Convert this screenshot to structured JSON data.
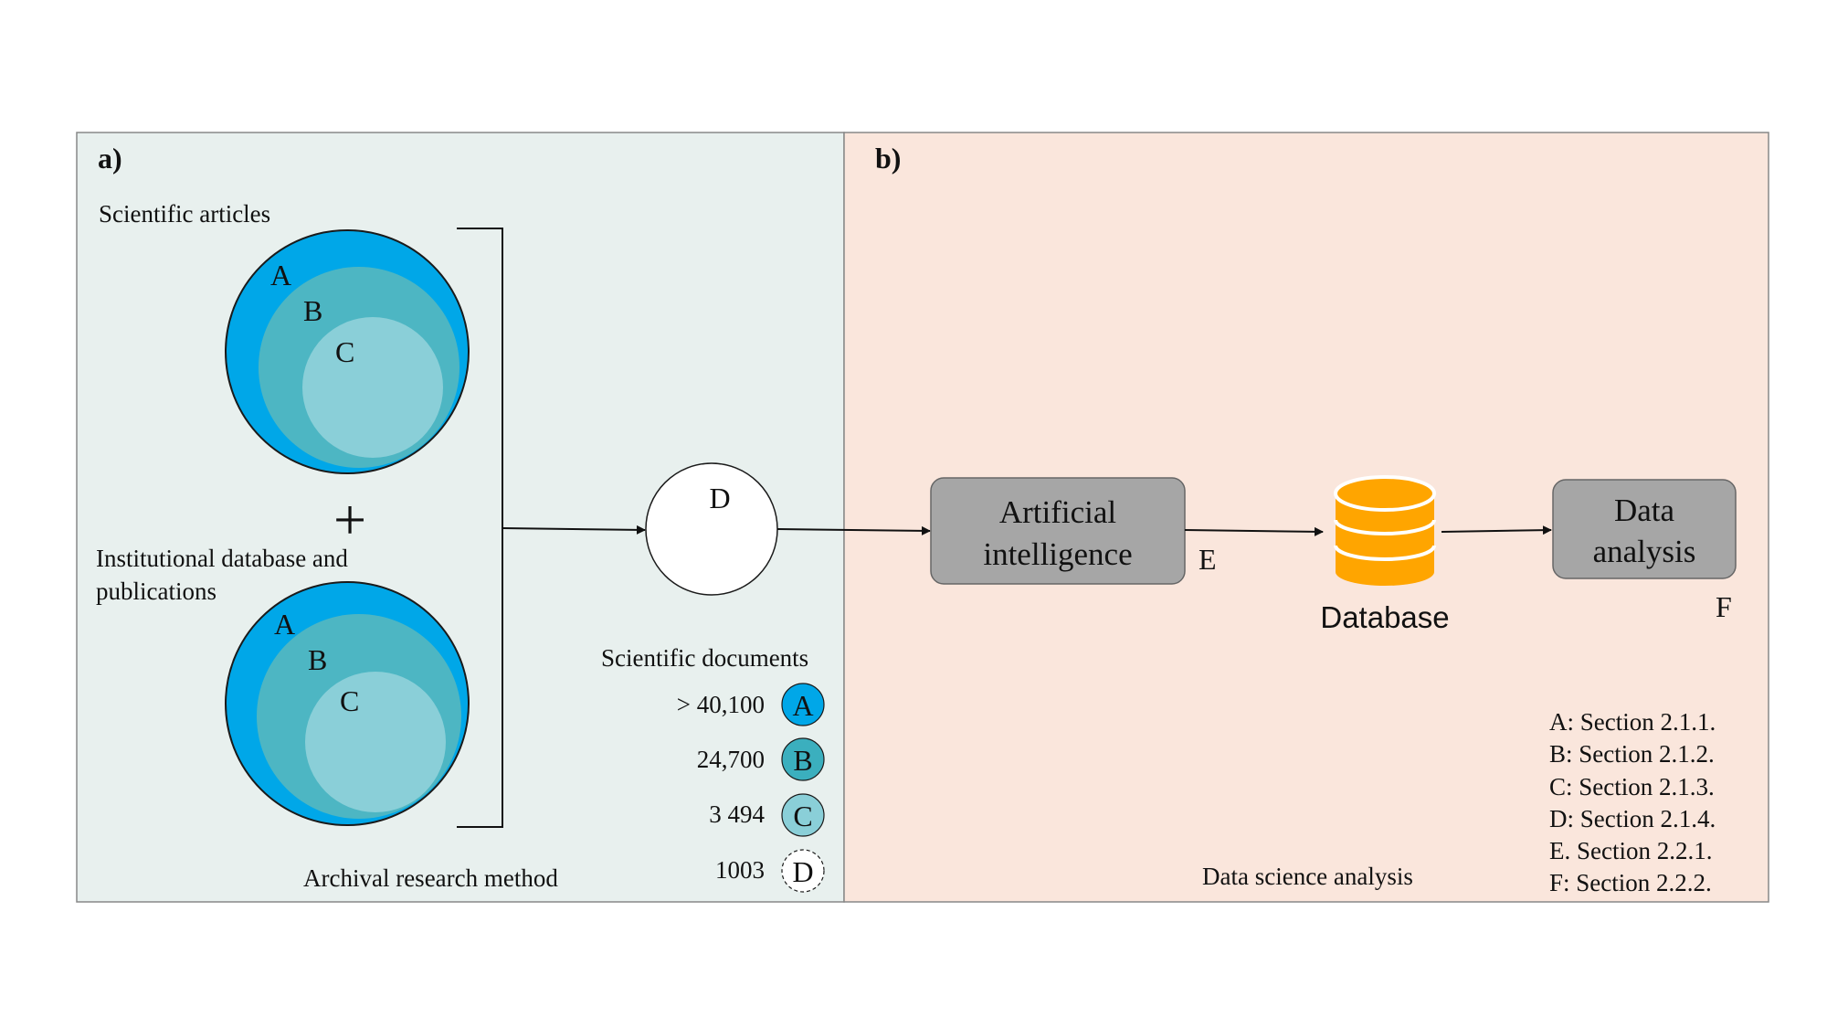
{
  "panel_a": {
    "label": "a)",
    "caption": "Archival research method",
    "group1_title": "Scientific articles",
    "group2_title_line1": "Institutional database and",
    "group2_title_line2": "publications",
    "plus_sign": "+",
    "circle_labels": [
      "A",
      "B",
      "C"
    ],
    "result_label": "D",
    "legend_title": "Scientific documents",
    "legend": [
      {
        "value": "> 40,100",
        "letter": "A",
        "color": "#00A7E8"
      },
      {
        "value": "24,700",
        "letter": "B",
        "color": "#3BAFBE"
      },
      {
        "value": "3 494",
        "letter": "C",
        "color": "#8ACFD8"
      },
      {
        "value": "1003",
        "letter": "D",
        "color": "#FFFFFF"
      }
    ]
  },
  "panel_b": {
    "label": "b)",
    "caption": "Data science analysis",
    "ai_line1": "Artificial",
    "ai_line2": "intelligence",
    "ai_tag": "E",
    "database_label": "Database",
    "analysis_line1": "Data",
    "analysis_line2": "analysis",
    "analysis_tag": "F",
    "sections": [
      "A: Section 2.1.1.",
      "B: Section 2.1.2.",
      "C: Section 2.1.3.",
      "D: Section 2.1.4.",
      "E. Section 2.2.1.",
      "F: Section 2.2.2."
    ]
  },
  "colors": {
    "panel_a_bg": "#E8F0EE",
    "panel_b_bg": "#FAE6DC",
    "circle_a": "#00A7E8",
    "circle_b": "#4DB6C3",
    "circle_c": "#8ACFD8",
    "box_gray": "#A6A6A6",
    "database_orange": "#FFA500"
  }
}
